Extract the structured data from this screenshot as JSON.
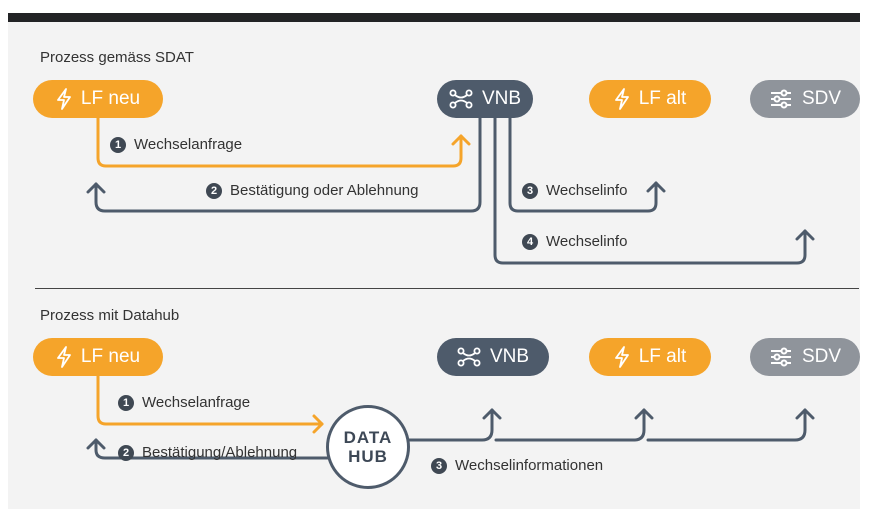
{
  "sdat": {
    "title": "Prozess gemäss SDAT",
    "actors": {
      "lf_neu": "LF neu",
      "vnb": "VNB",
      "lf_alt": "LF alt",
      "sdv": "SDV"
    },
    "steps": [
      {
        "num": "1",
        "label": "Wechselanfrage"
      },
      {
        "num": "2",
        "label": "Bestätigung oder Ablehnung"
      },
      {
        "num": "3",
        "label": "Wechselinfo"
      },
      {
        "num": "4",
        "label": "Wechselinfo"
      }
    ]
  },
  "datahub": {
    "title": "Prozess mit Datahub",
    "actors": {
      "lf_neu": "LF neu",
      "vnb": "VNB",
      "lf_alt": "LF alt",
      "sdv": "SDV"
    },
    "hub": {
      "line1": "DATA",
      "line2": "HUB"
    },
    "steps": [
      {
        "num": "1",
        "label": "Wechselanfrage"
      },
      {
        "num": "2",
        "label": "Bestätigung/Ablehnung"
      },
      {
        "num": "3",
        "label": "Wechselinformationen"
      }
    ]
  },
  "colors": {
    "orange": "#f5a42a",
    "navy": "#4e5b6b",
    "grey": "#8f949b",
    "background": "#f3f3f3"
  },
  "icons": {
    "lf": "lightning-icon",
    "vnb": "network-nodes-icon",
    "sdv": "sliders-icon"
  }
}
